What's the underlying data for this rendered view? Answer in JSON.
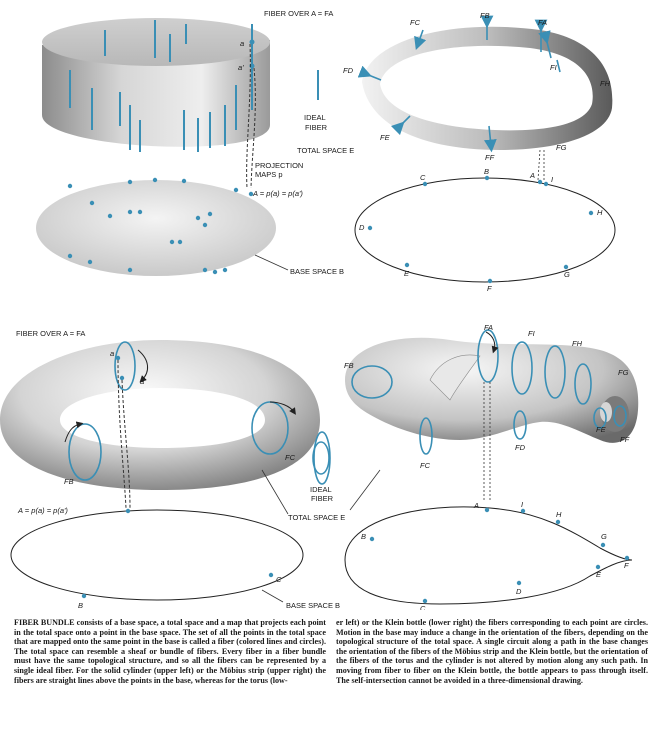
{
  "colors": {
    "fiber": "#3a8fb5",
    "ink": "#1a1a1a",
    "accent_dark": "#6a6a6a"
  },
  "cylinder_panel": {
    "fiber_over_label": "FIBER OVER A = FA",
    "point_a": "a",
    "point_a_prime": "a'",
    "ideal_fiber_line1": "IDEAL",
    "ideal_fiber_line2": "FIBER",
    "total_space": "TOTAL SPACE E",
    "projection_line1": "PROJECTION",
    "projection_line2": "MAPS p",
    "projection_eq": "A = p(a) = p(a')",
    "base_space": "BASE SPACE B"
  },
  "mobius_panel": {
    "fiber_labels": [
      "FC",
      "FB",
      "FA",
      "FD",
      "FI",
      "FH",
      "FE",
      "FF",
      "FG"
    ],
    "base_points": [
      "C",
      "B",
      "A",
      "I",
      "H",
      "D",
      "E",
      "F",
      "G"
    ]
  },
  "torus_panel": {
    "fiber_over_label": "FIBER OVER A = FA",
    "point_a": "a",
    "point_a_prime": "a'",
    "fb": "FB",
    "fc": "FC",
    "projection_eq": "A = p(a) = p(a')",
    "base_c": "C",
    "base_b": "B",
    "base_space": "BASE SPACE B"
  },
  "center_labels": {
    "ideal_fiber_line1": "IDEAL",
    "ideal_fiber_line2": "FIBER",
    "total_space": "TOTAL SPACE E"
  },
  "klein_panel": {
    "fiber_labels": [
      "FA",
      "FI",
      "FH",
      "FG",
      "FB",
      "FC",
      "FD",
      "FE",
      "FF"
    ],
    "base_points": [
      "A",
      "I",
      "H",
      "G",
      "B",
      "F",
      "E",
      "D",
      "C"
    ]
  },
  "caption": {
    "heading": "FIBER BUNDLE",
    "left_text": " consists of a base space, a total space and a map that projects each point in the total space onto a point in the base space. The set of all the points in the total space that are mapped onto the same point in the base is called a fiber (colored lines and circles). The total space can resemble a sheaf or bundle of fibers. Every fiber in a fiber bundle must have the same topological structure, and so all the fibers can be represented by a single ideal fiber. For the solid cylinder (upper left) or the Möbius strip (upper right) the fibers are straight lines above the points in the base, whereas for the torus (low-",
    "right_text": "er left) or the Klein bottle (lower right) the fibers corresponding to each point are circles. Motion in the base may induce a change in the orientation of the fibers, depending on the topological structure of the total space. A single circuit along a path in the base changes the orientation of the fibers of the Möbius strip and the Klein bottle, but the orientation of the fibers of the torus and the cylinder is not altered by motion along any such path. In moving from fiber to fiber on the Klein bottle, the bottle appears to pass through itself. The self-intersection cannot be avoided in a three-dimensional drawing."
  }
}
